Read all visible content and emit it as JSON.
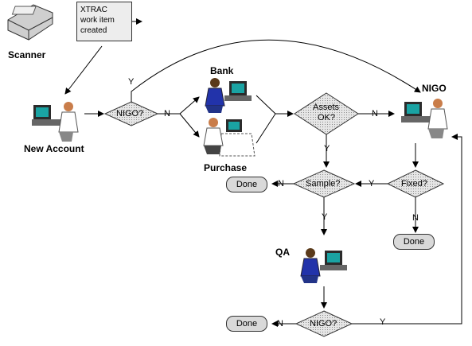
{
  "scanner": {
    "label": "Scanner"
  },
  "work_item_note": {
    "line1": "XTRAC",
    "line2": "work item",
    "line3": "created"
  },
  "roles": {
    "new_account": "New Account",
    "bank": "Bank",
    "purchase": "Purchase",
    "nigo": "NIGO",
    "qa": "QA"
  },
  "decisions": {
    "nigo_first": "NIGO?",
    "assets_ok_line1": "Assets",
    "assets_ok_line2": "OK?",
    "sample": "Sample?",
    "fixed": "Fixed?",
    "nigo_last": "NIGO?"
  },
  "terminals": {
    "done_sample": "Done",
    "done_fixed": "Done",
    "done_nigo": "Done"
  },
  "edge_labels": {
    "nigo_first_yes": "Y",
    "nigo_first_no": "N",
    "assets_no": "N",
    "assets_yes": "Y",
    "sample_no": "N",
    "sample_yes": "Y",
    "fixed_yes": "Y",
    "fixed_no": "N",
    "nigo_last_no": "N",
    "nigo_last_yes": "Y"
  }
}
